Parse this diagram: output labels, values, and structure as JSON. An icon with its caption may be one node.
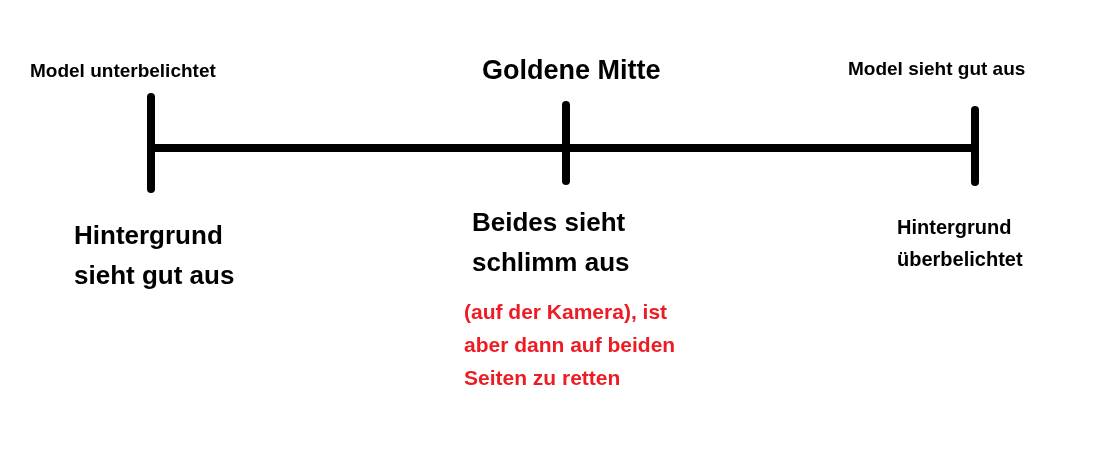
{
  "diagram": {
    "labels": [
      "Model unterbelichtet",
      "Goldene Mitte",
      "Model sieht gut aus",
      "Hintergrund sieht gut aus",
      "Beides sieht schlimm aus",
      "Hintergrund überbelichtet",
      "(auf der Kamera), ist aber dann auf beiden Seiten zu retten"
    ]
  }
}
